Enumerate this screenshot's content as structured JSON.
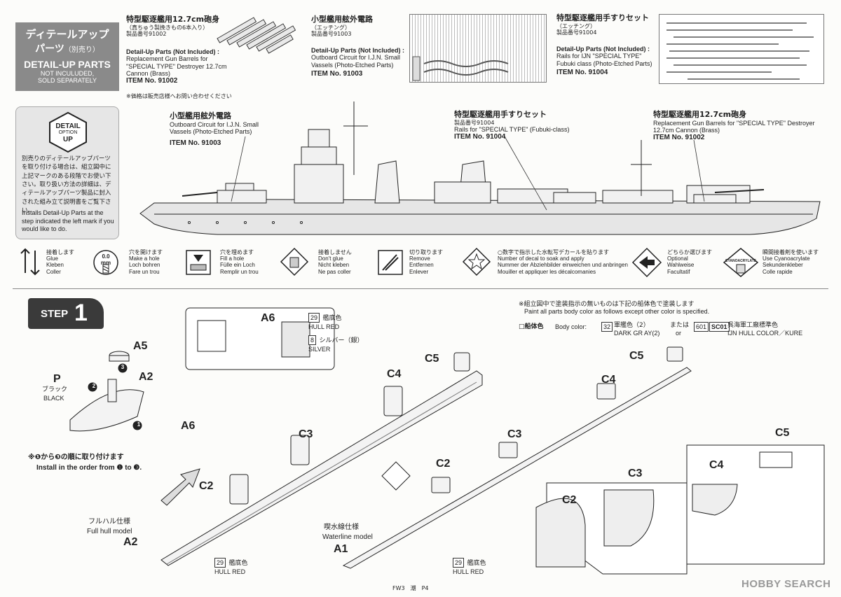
{
  "header_box": {
    "jp_title": "ディテールアップ",
    "jp_title2": "パーツ",
    "jp_sub": "（別売り）",
    "en_title": "DETAIL-UP PARTS",
    "en_sub1": "NOT INCULUDED,",
    "en_sub2": "SOLD SEPARATELY"
  },
  "parts": {
    "p1": {
      "jp": "特型駆逐艦用12.7cm砲身",
      "jp_note": "（真ちゅう製挽きもの6本入り）",
      "code": "製品番号91002",
      "en_head": "Detail-Up Parts (Not Included) :",
      "en_body1": "Replacement Gun Barrels for",
      "en_body2": "\"SPECIAL TYPE\" Destroyer 12.7cm",
      "en_body3": "Cannon (Brass)",
      "item": "ITEM No. 91002"
    },
    "p2": {
      "jp": "小型艦用舷外電路",
      "jp_note": "（エッチング）",
      "code": "製品番号91003",
      "en_head": "Detail-Up Parts (Not Included) :",
      "en_body1": "Outboard Circuit for I.J.N. Small",
      "en_body2": "Vassels (Photo-Etched Parts)",
      "item": "ITEM No. 91003"
    },
    "p3": {
      "jp": "特型駆逐艦用手すりセット",
      "jp_note": "（エッチング）",
      "code": "製品番号91004",
      "en_head": "Detail-Up Parts (Not Included) :",
      "en_body1": "Rails for IJN \"SPECIAL TYPE\"",
      "en_body2": "Fubuki class (Photo-Etched Parts)",
      "item": "ITEM No. 91004"
    },
    "price_note": "※価格は販売店様へお問い合わせください"
  },
  "detail_box": {
    "badge_top": "DETAIL",
    "badge_mid": "OPTION",
    "badge_bot": "UP",
    "jp_text": "別売りのディテールアップパーツを取り付ける場合は、組立図中に上記マークのある段階でお使い下さい。取り扱い方法の詳細は、ディテールアップパーツ製品に封入された組み立て説明書をご覧下さい。",
    "en_text": "Installs Detail-Up Parts at the step indicated the left mark if you would like to do."
  },
  "ship_labels": {
    "l1_jp": "小型艦用舷外電路",
    "l1_en1": "Outboard Circuit for I.J.N. Small",
    "l1_en2": "Vassels (Photo-Etched Parts)",
    "l1_item": "ITEM No. 91003",
    "l2_jp": "特型駆逐艦用手すりセット",
    "l2_code": "製品番号91004",
    "l2_en": "Rails for \"SPECIAL TYPE\" (Fubuki-class)",
    "l2_item": "ITEM No. 91004",
    "l3_jp": "特型駆逐艦用12.7cm砲身",
    "l3_en1": "Replacement Gun Barrels for \"SPECIAL TYPE\" Destroyer",
    "l3_en2": "12.7cm Cannon (Brass)",
    "l3_item": "ITEM No. 91002"
  },
  "legend": [
    {
      "icon": "glue-arrow-icon",
      "jp": "接着します",
      "l1": "Glue",
      "l2": "Kleben",
      "l3": "Coller"
    },
    {
      "icon": "drill-hole-icon",
      "jp": "穴を開けます",
      "l1": "Make a hole",
      "l2": "Loch bohren",
      "l3": "Fare un trou",
      "extra": "0.0 mm"
    },
    {
      "icon": "fill-hole-icon",
      "jp": "穴を埋めます",
      "l1": "Fill a hole",
      "l2": "Fülle ein Loch",
      "l3": "Remplir un trou"
    },
    {
      "icon": "no-glue-icon",
      "jp": "接着しません",
      "l1": "Don't glue",
      "l2": "Nicht kleben",
      "l3": "Ne pas coller"
    },
    {
      "icon": "cut-off-icon",
      "jp": "切り取ります",
      "l1": "Remove",
      "l2": "Entfernen",
      "l3": "Enlever"
    },
    {
      "icon": "decal-star-icon",
      "jp": "○数字で指示した水転写デカールを貼ります",
      "l1": "Number of decal to soak and apply",
      "l2": "Nummer der Abziehbilder einweichen und anbringen",
      "l3": "Mouiller et appliquer les décalcomanies"
    },
    {
      "icon": "optional-icon",
      "jp": "どちらか選びます",
      "l1": "Optional",
      "l2": "Wahlweise",
      "l3": "Facultatif"
    },
    {
      "icon": "cyanoacrylate-icon",
      "jp": "瞬間接着剤を使います",
      "l1": "Use Cyanoacrylate",
      "l2": "Sekundenkleber",
      "l3": "Colle rapide",
      "extra": "CYANOACRYLATE"
    }
  ],
  "step": {
    "label": "STEP",
    "number": "1"
  },
  "paint_note": {
    "jp": "※組立図中で塗装指示の無いものは下記の船体色で塗装します",
    "en": "Paint all parts body color as follows except other color is specified.",
    "body_jp": "□船体色",
    "body_en": "Body color:",
    "c1_num": "32",
    "c1_jp": "軍艦色（2）",
    "c1_en": "DARK GR AY(2)",
    "or_jp": "または",
    "or_en": "or",
    "c2_num": "601",
    "c2_code": "SC01",
    "c2_jp": "呉海軍工廠標準色",
    "c2_en": "IJN HULL COLOR／KURE"
  },
  "assembly": {
    "hull_red_num": "29",
    "hull_red_jp": "艦底色",
    "hull_red_en": "HULL RED",
    "silver_num": "8",
    "silver_jp": "シルバー（銀）",
    "silver_en": "SILVER",
    "p_label": "P",
    "black_jp": "ブラック",
    "black_en": "BLACK",
    "install_jp": "※❶から❸の順に取り付けます",
    "install_en": "Install in the order from ❶ to ❸.",
    "full_jp": "フルハル仕様",
    "full_en": "Full hull model",
    "water_jp": "喫水線仕様",
    "water_en": "Waterline model",
    "parts": [
      "A1",
      "A2",
      "A5",
      "A6",
      "C2",
      "C3",
      "C4",
      "C5"
    ],
    "n1": "1",
    "n2": "2",
    "n3": "3"
  },
  "footer": {
    "page": "FW3　潮　P4",
    "watermark": "HOBBY SEARCH"
  }
}
